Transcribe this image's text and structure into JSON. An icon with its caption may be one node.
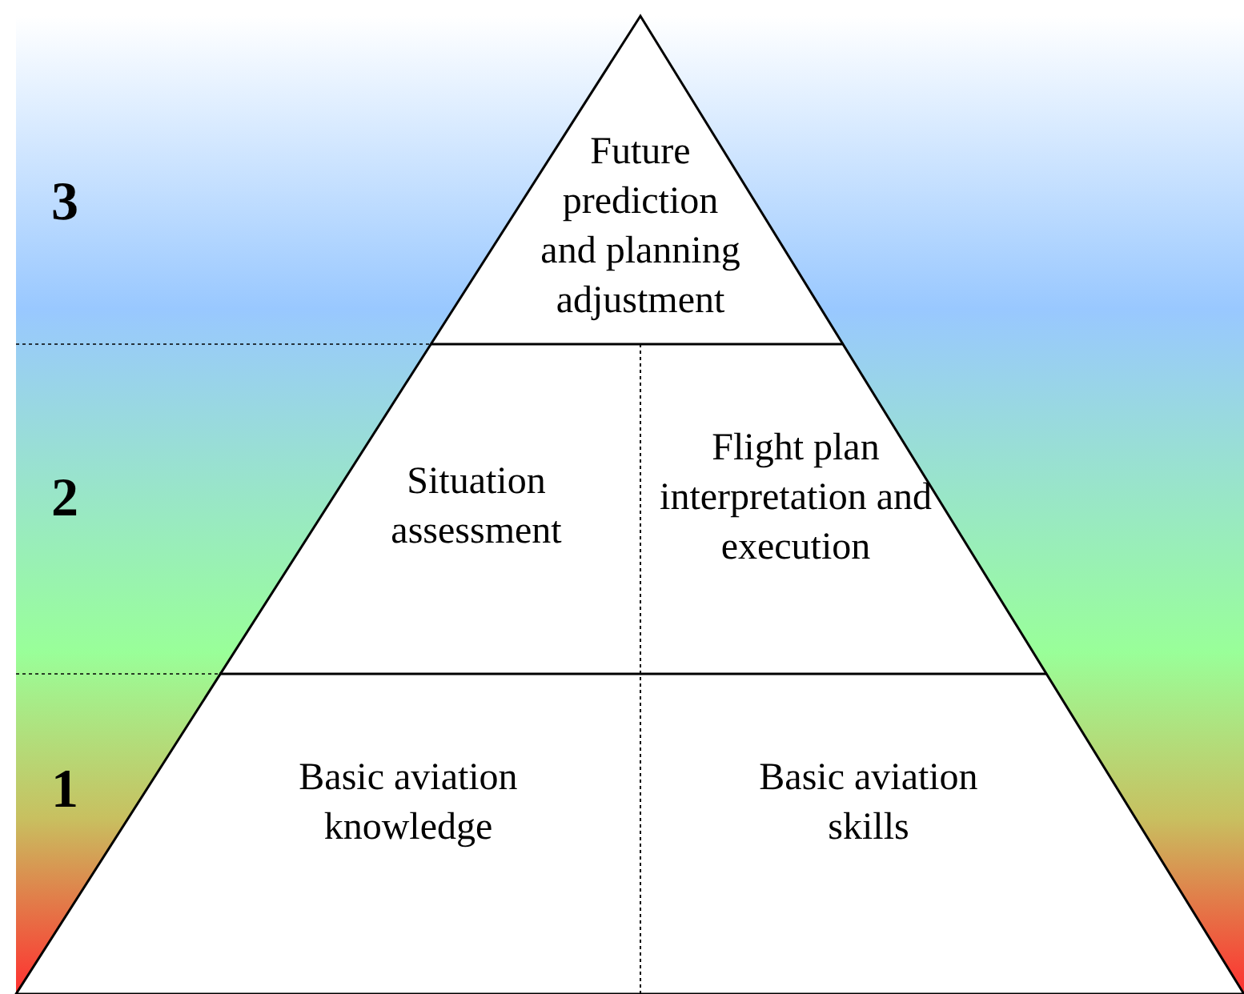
{
  "diagram": {
    "nodes": [
      {
        "text": [
          "Future prediction and planning adjustment"
        ]
      },
      {
        "text": [
          "Situation assessment"
        ]
      },
      {
        "text": [
          "Flight plan interpretation and execution"
        ]
      },
      {
        "text": [
          "Basic aviation knowledge"
        ]
      },
      {
        "text": [
          "Basic aviation skills"
        ]
      }
    ],
    "labels": [
      "3",
      "2",
      "1"
    ]
  }
}
